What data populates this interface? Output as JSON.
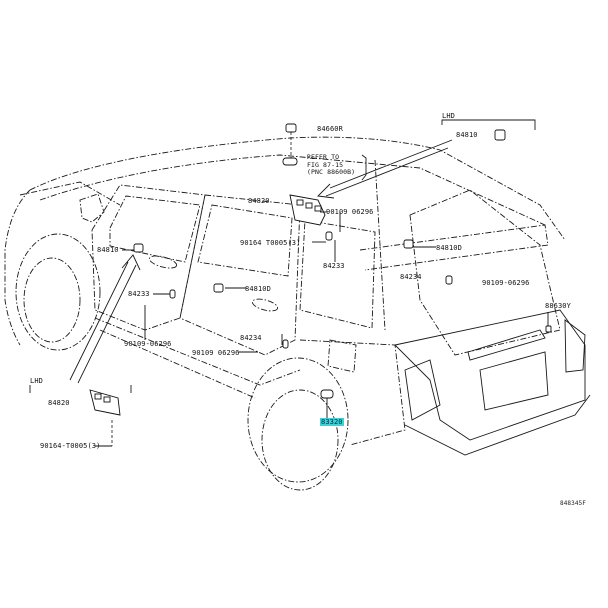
{
  "diagram": {
    "title": "Switch & relay parts diagram (vehicle body, rear 3/4 view)",
    "reference_code": "848345F",
    "groups": [
      {
        "label": "LHD",
        "parts": [
          "84810"
        ]
      },
      {
        "label": "LHD",
        "parts": [
          "84820",
          "90164-T0005(3)"
        ]
      }
    ],
    "note": [
      "REFER TO",
      "FIG 87-15",
      "(PNC 88600B)"
    ],
    "callouts": [
      {
        "id": "84660R",
        "text": "84660R"
      },
      {
        "id": "84810-lhd",
        "text": "84810"
      },
      {
        "id": "84820-top",
        "text": "84820"
      },
      {
        "id": "90109-06296-a",
        "text": "90109 06296"
      },
      {
        "id": "90164-t0005-a",
        "text": "90164 T0005(3)"
      },
      {
        "id": "84233-a",
        "text": "84233"
      },
      {
        "id": "84810d-right",
        "text": "84810D"
      },
      {
        "id": "84234-right",
        "text": "84234"
      },
      {
        "id": "90109-06296-b",
        "text": "90109-06296"
      },
      {
        "id": "88630y",
        "text": "88630Y"
      },
      {
        "id": "84810-left",
        "text": "84810"
      },
      {
        "id": "84233-b",
        "text": "84233"
      },
      {
        "id": "84810d-mid",
        "text": "84810D"
      },
      {
        "id": "90109-06296-c",
        "text": "90109-06296"
      },
      {
        "id": "84234-mid",
        "text": "84234"
      },
      {
        "id": "90109-06296-d",
        "text": "90109 06296"
      },
      {
        "id": "84820-lhd",
        "text": "84820"
      },
      {
        "id": "90164-t0005-b",
        "text": "90164-T0005(3)"
      },
      {
        "id": "83320",
        "text": "83320",
        "highlighted": true
      }
    ],
    "highlight_color": "#3fd0d8"
  }
}
